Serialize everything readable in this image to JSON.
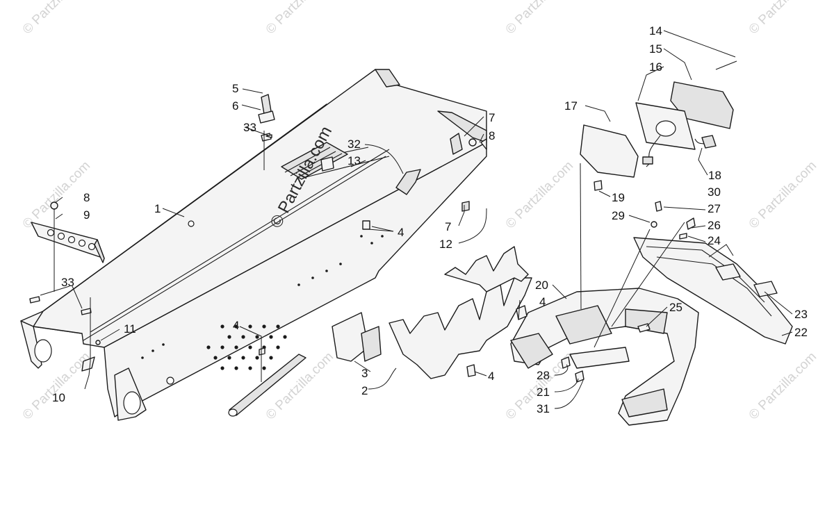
{
  "watermarks": {
    "small": "© Partzilla.com",
    "center": "© Partzilla.com"
  },
  "callouts": {
    "c1": "1",
    "c2": "2",
    "c3": "3",
    "c4a": "4",
    "c4b": "4",
    "c4c": "4",
    "c4d": "4",
    "c5": "5",
    "c6": "6",
    "c7a": "7",
    "c7b": "7",
    "c8a": "8",
    "c8b": "8",
    "c9": "9",
    "c10": "10",
    "c11": "11",
    "c12": "12",
    "c13": "13",
    "c14": "14",
    "c15": "15",
    "c16": "16",
    "c17": "17",
    "c18": "18",
    "c19": "19",
    "c20": "20",
    "c21": "21",
    "c22": "22",
    "c23": "23",
    "c24": "24",
    "c25": "25",
    "c26": "26",
    "c27": "27",
    "c28": "28",
    "c29": "29",
    "c30": "30",
    "c31": "31",
    "c32": "32",
    "c33a": "33",
    "c33b": "33"
  },
  "colors": {
    "line": "#1a1a1a",
    "part_fill": "#f4f4f4",
    "watermark": "#d3d3d3"
  }
}
